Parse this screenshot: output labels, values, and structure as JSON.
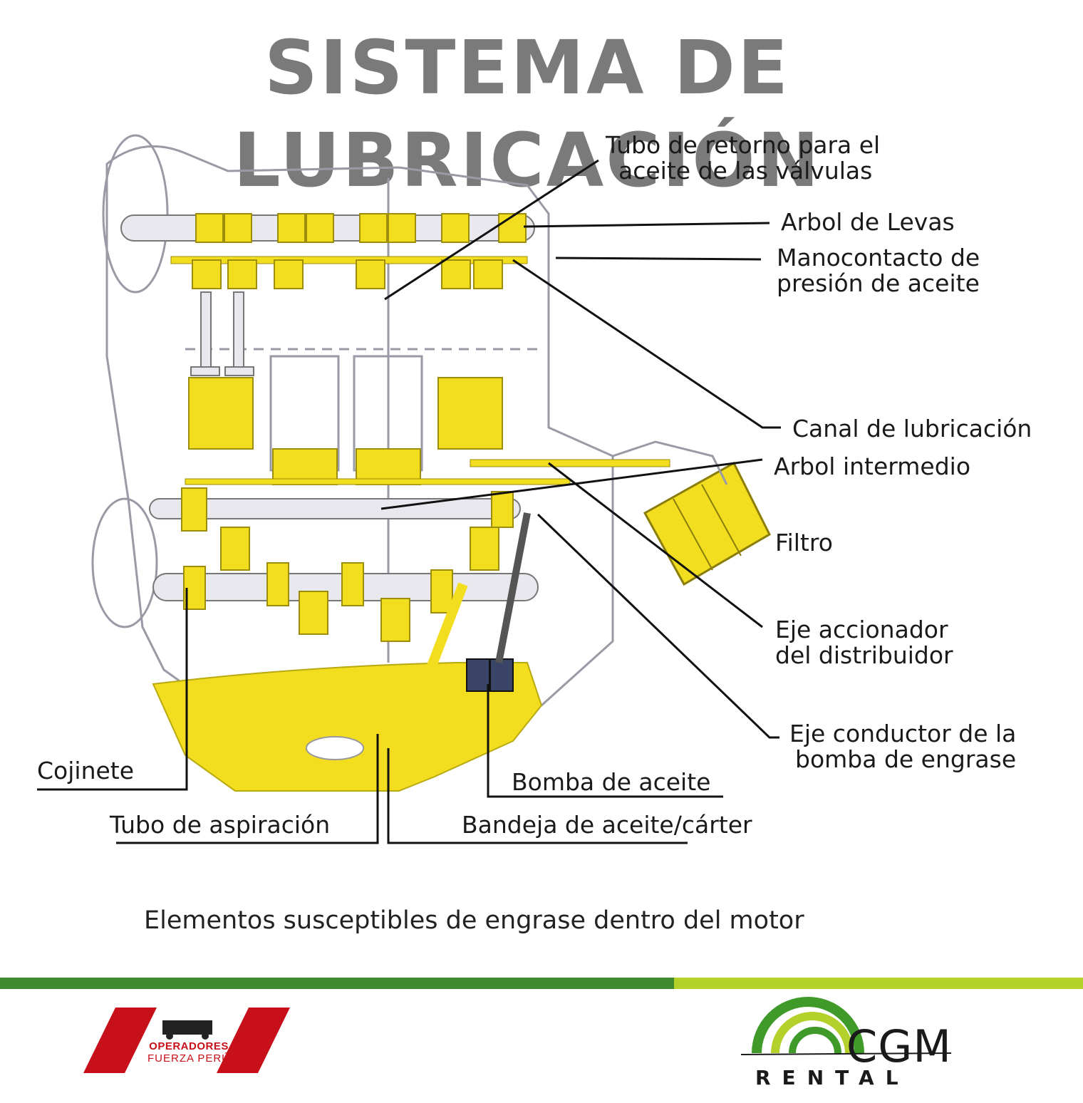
{
  "title": "SISTEMA DE LUBRICACIÓN",
  "labels": {
    "tubo_retorno": [
      "Tubo de retorno para el",
      "aceite de las válvulas"
    ],
    "arbol_levas": "Arbol de Levas",
    "manocontacto": [
      "Manocontacto de",
      "presión de aceite"
    ],
    "canal": "Canal de lubricación",
    "arbol_intermedio": "Arbol intermedio",
    "filtro": "Filtro",
    "eje_accionador": [
      "Eje accionador",
      "del distribuidor"
    ],
    "eje_conductor": [
      "Eje conductor de la",
      "bomba de engrase"
    ],
    "bomba": "Bomba de aceite",
    "cojinete": "Cojinete",
    "tubo_aspiracion": "Tubo de aspiración",
    "bandeja": "Bandeja de aceite/cárter"
  },
  "caption": "Elementos susceptibles de engrase dentro del motor",
  "footer": {
    "left_logo": {
      "line1": "OPERADORES",
      "line2": "FUERZA PERÚ"
    },
    "right_logo": {
      "name": "CGM",
      "sub": "RENTAL"
    }
  },
  "colors": {
    "title": "#7a7a7a",
    "oil_yellow": "#f2dd1f",
    "bar_dark_green": "#3f8a2e",
    "bar_light_green": "#b3d12a",
    "logo_red": "#c8101a",
    "logo_green": "#3f9a2a"
  }
}
